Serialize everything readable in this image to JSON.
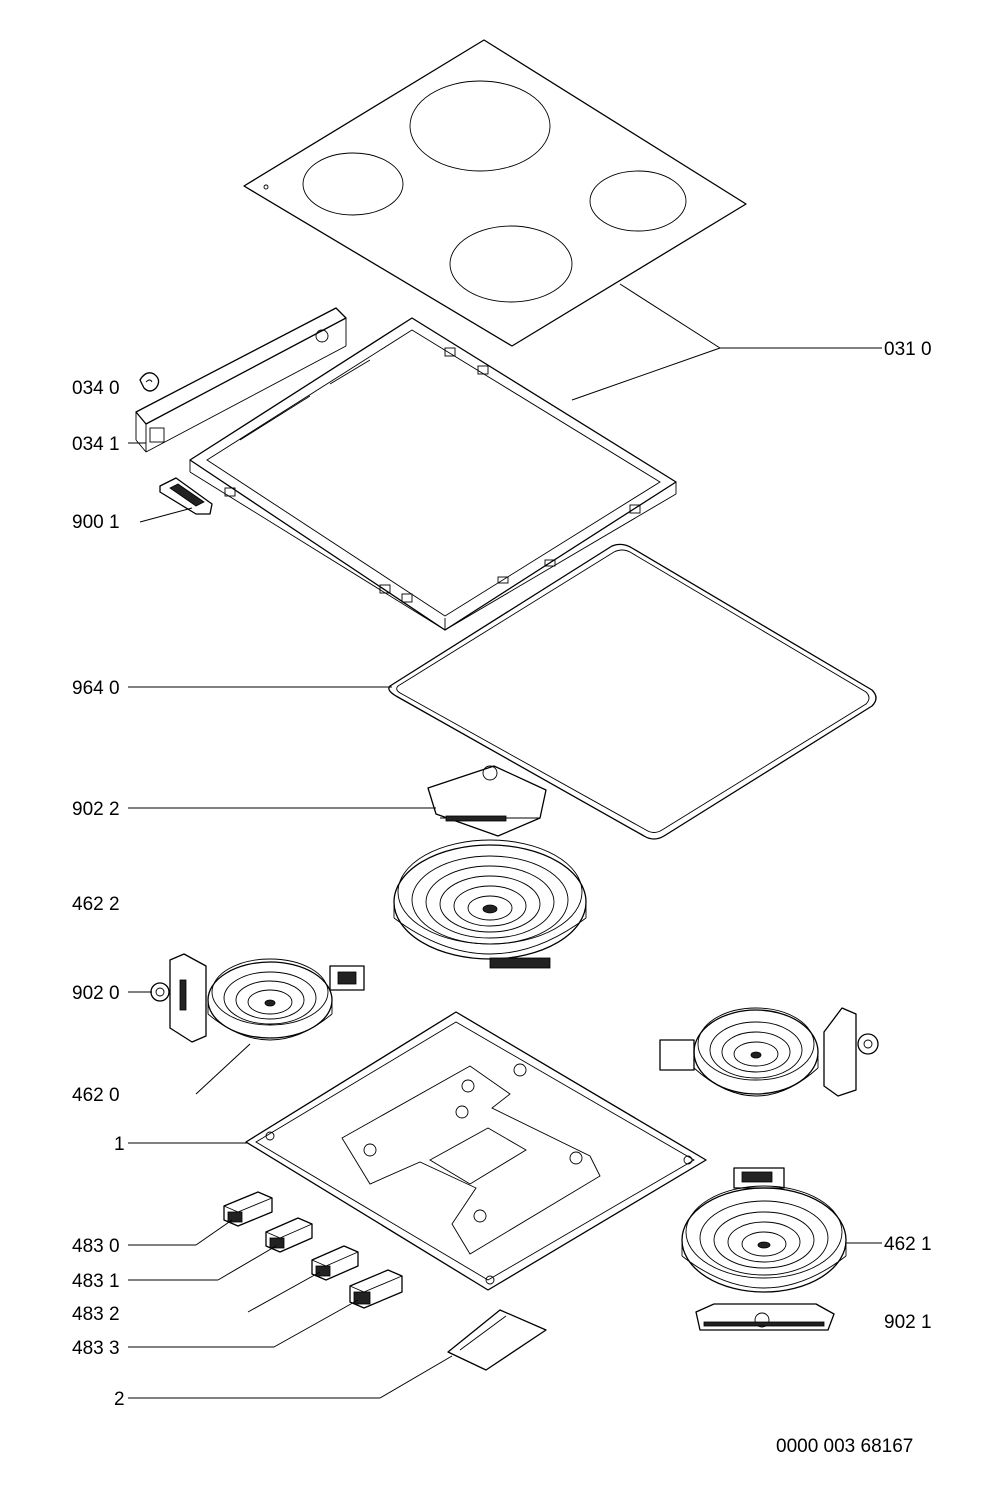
{
  "labels": {
    "l0310": "031 0",
    "l0340": "034 0",
    "l0341": "034 1",
    "l9001": "900 1",
    "l9640": "964 0",
    "l9022": "902 2",
    "l4622": "462 2",
    "l9020": "902 0",
    "l4620": "462 0",
    "l1": "1",
    "l4830": "483 0",
    "l4831": "483 1",
    "l4832": "483 2",
    "l4833": "483 3",
    "l2": "2",
    "l4621": "462 1",
    "l9021": "902 1"
  },
  "drawing_number": "0000 003 68167"
}
